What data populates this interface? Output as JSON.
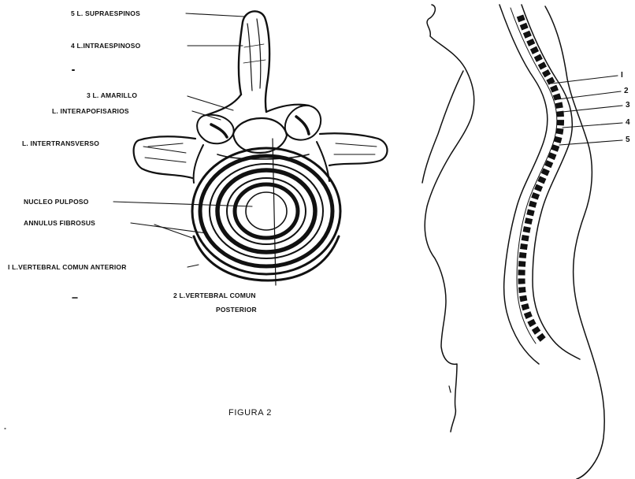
{
  "figure": {
    "caption": "FIGURA 2"
  },
  "vertebra": {
    "labels": {
      "supraespinoso": "5  L. SUPRAESPINOS",
      "intraespinoso": "4  L.INTRAESPINOSO",
      "amarillo": "3  L. AMARILLO",
      "interapofisarios": "L. INTERAPOFISARIOS",
      "intertransverso": "L. INTERTRANSVERSO",
      "nucleo": "NUCLEO  PULPOSO",
      "annulus": "ANNULUS  FIBROSUS",
      "anterior": "I  L.VERTEBRAL  COMUN  ANTERIOR",
      "posterior_1": "2  L.VERTEBRAL  COMUN",
      "posterior_2": "POSTERIOR"
    }
  },
  "spine_profile": {
    "numbers": [
      "I",
      "2",
      "3",
      "4",
      "5"
    ]
  },
  "colors": {
    "ink": "#111111",
    "paper": "#ffffff"
  }
}
